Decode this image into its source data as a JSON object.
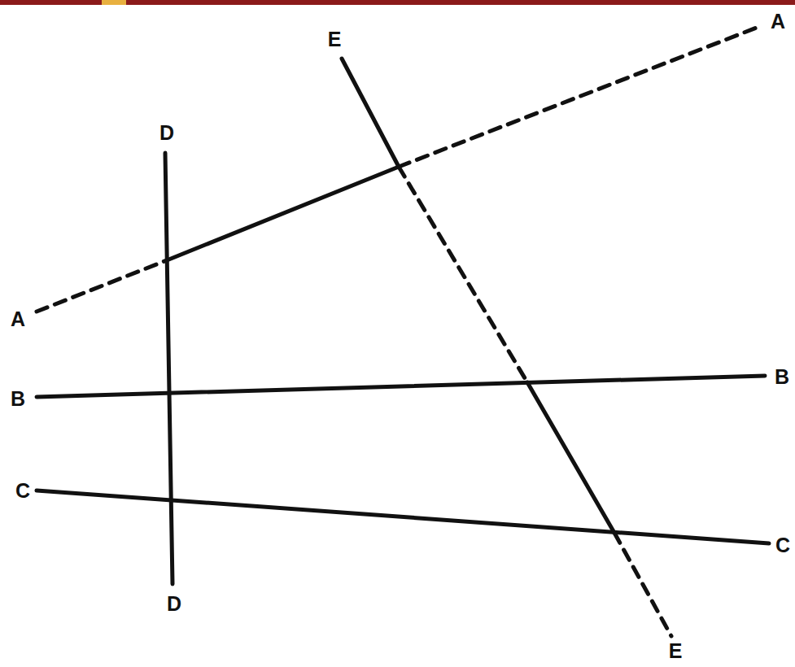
{
  "diagram": {
    "labels": [
      "E",
      "A",
      "D",
      "A",
      "B",
      "B",
      "C",
      "C",
      "D",
      "E"
    ]
  }
}
